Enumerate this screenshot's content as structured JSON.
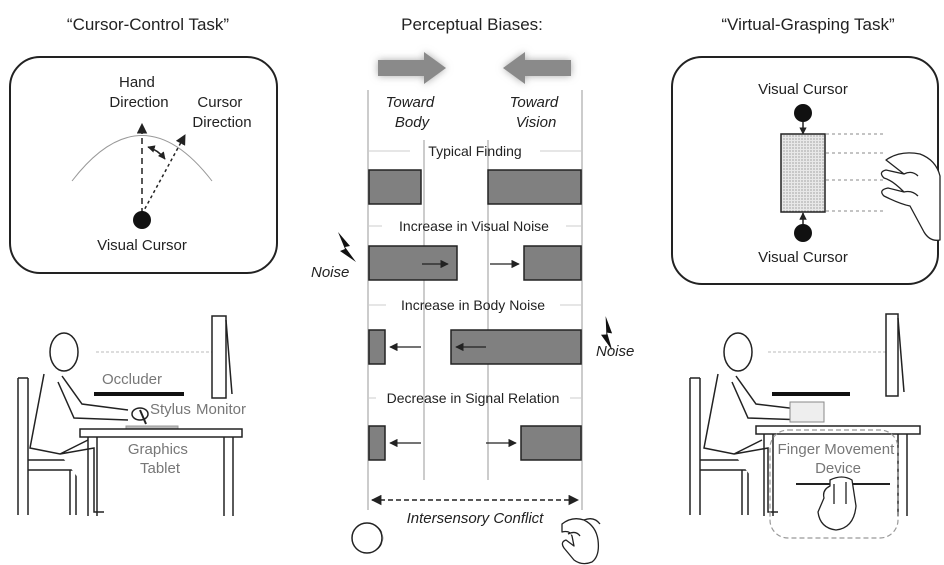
{
  "titles": {
    "left": "“Cursor-Control Task”",
    "center": "Perceptual Biases:",
    "right": "“Virtual-Grasping Task”"
  },
  "left_panel": {
    "hand_direction": [
      "Hand",
      "Direction"
    ],
    "cursor_direction": [
      "Cursor",
      "Direction"
    ],
    "visual_cursor": "Visual Cursor",
    "occluder": "Occluder",
    "stylus": "Stylus",
    "monitor": "Monitor",
    "graphics_tablet": [
      "Graphics",
      "Tablet"
    ]
  },
  "center_panel": {
    "toward_body": [
      "Toward",
      "Body"
    ],
    "toward_vision": [
      "Toward",
      "Vision"
    ],
    "rows": [
      "Typical Finding",
      "Increase in Visual Noise",
      "Increase in Body Noise",
      "Decrease in Signal Relation"
    ],
    "noise_left": "Noise",
    "noise_right": "Noise",
    "intersensory_conflict": "Intersensory Conflict"
  },
  "right_panel": {
    "visual_cursor_top": "Visual Cursor",
    "visual_cursor_bottom": "Visual Cursor",
    "finger_device": [
      "Finger Movement",
      "Device"
    ]
  }
}
